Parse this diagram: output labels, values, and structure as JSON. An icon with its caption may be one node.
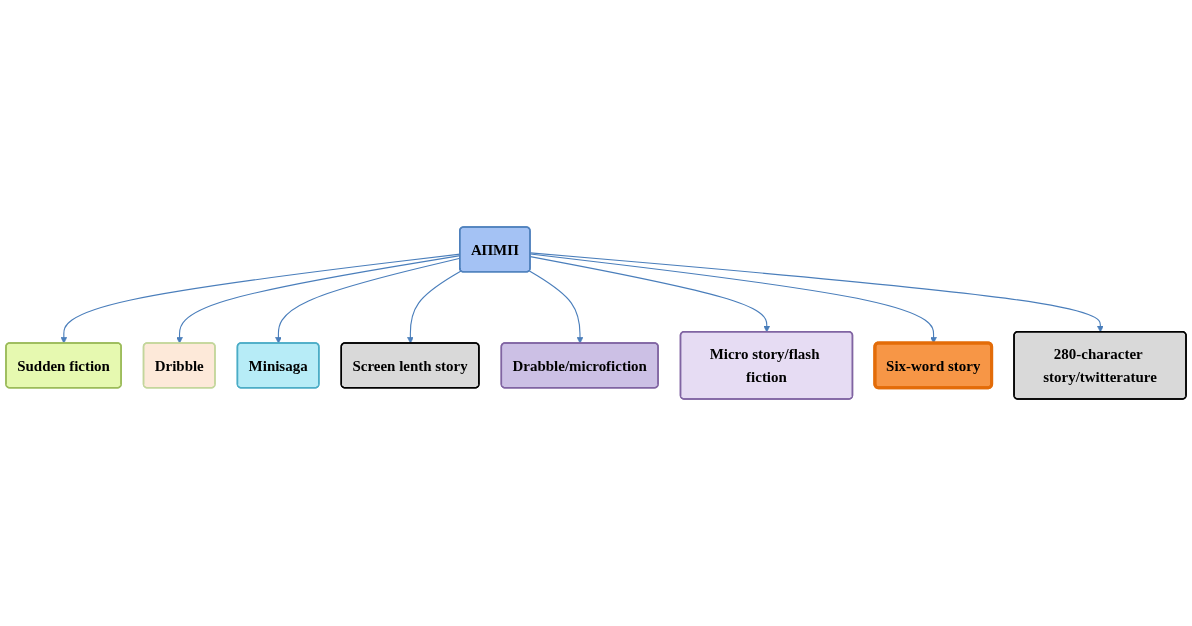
{
  "diagram": {
    "nodes": [
      {
        "text": [
          "Sudden fiction"
        ]
      },
      {
        "text": [
          "Dribble"
        ]
      },
      {
        "text": [
          "Minisaga"
        ]
      },
      {
        "text": [
          "Screen lenth story"
        ]
      },
      {
        "text": [
          "Drabble/microfiction"
        ]
      },
      {
        "text": [
          "АПМП"
        ]
      },
      {
        "text": [
          "Micro story/flash fiction"
        ]
      },
      {
        "text": [
          "Six-word story"
        ]
      },
      {
        "text": [
          "280-character story/twitterature"
        ]
      }
    ],
    "edges": [
      {
        "from": 5,
        "to": 0,
        "arrow": "to"
      },
      {
        "from": 5,
        "to": 1,
        "arrow": "to"
      },
      {
        "from": 5,
        "to": 2,
        "arrow": "to"
      },
      {
        "from": 5,
        "to": 3,
        "arrow": "to"
      },
      {
        "from": 5,
        "to": 4,
        "arrow": "to"
      },
      {
        "from": 5,
        "to": 6,
        "arrow": "to"
      },
      {
        "from": 5,
        "to": 7,
        "arrow": "to"
      },
      {
        "from": 5,
        "to": 8,
        "arrow": "to"
      }
    ]
  }
}
